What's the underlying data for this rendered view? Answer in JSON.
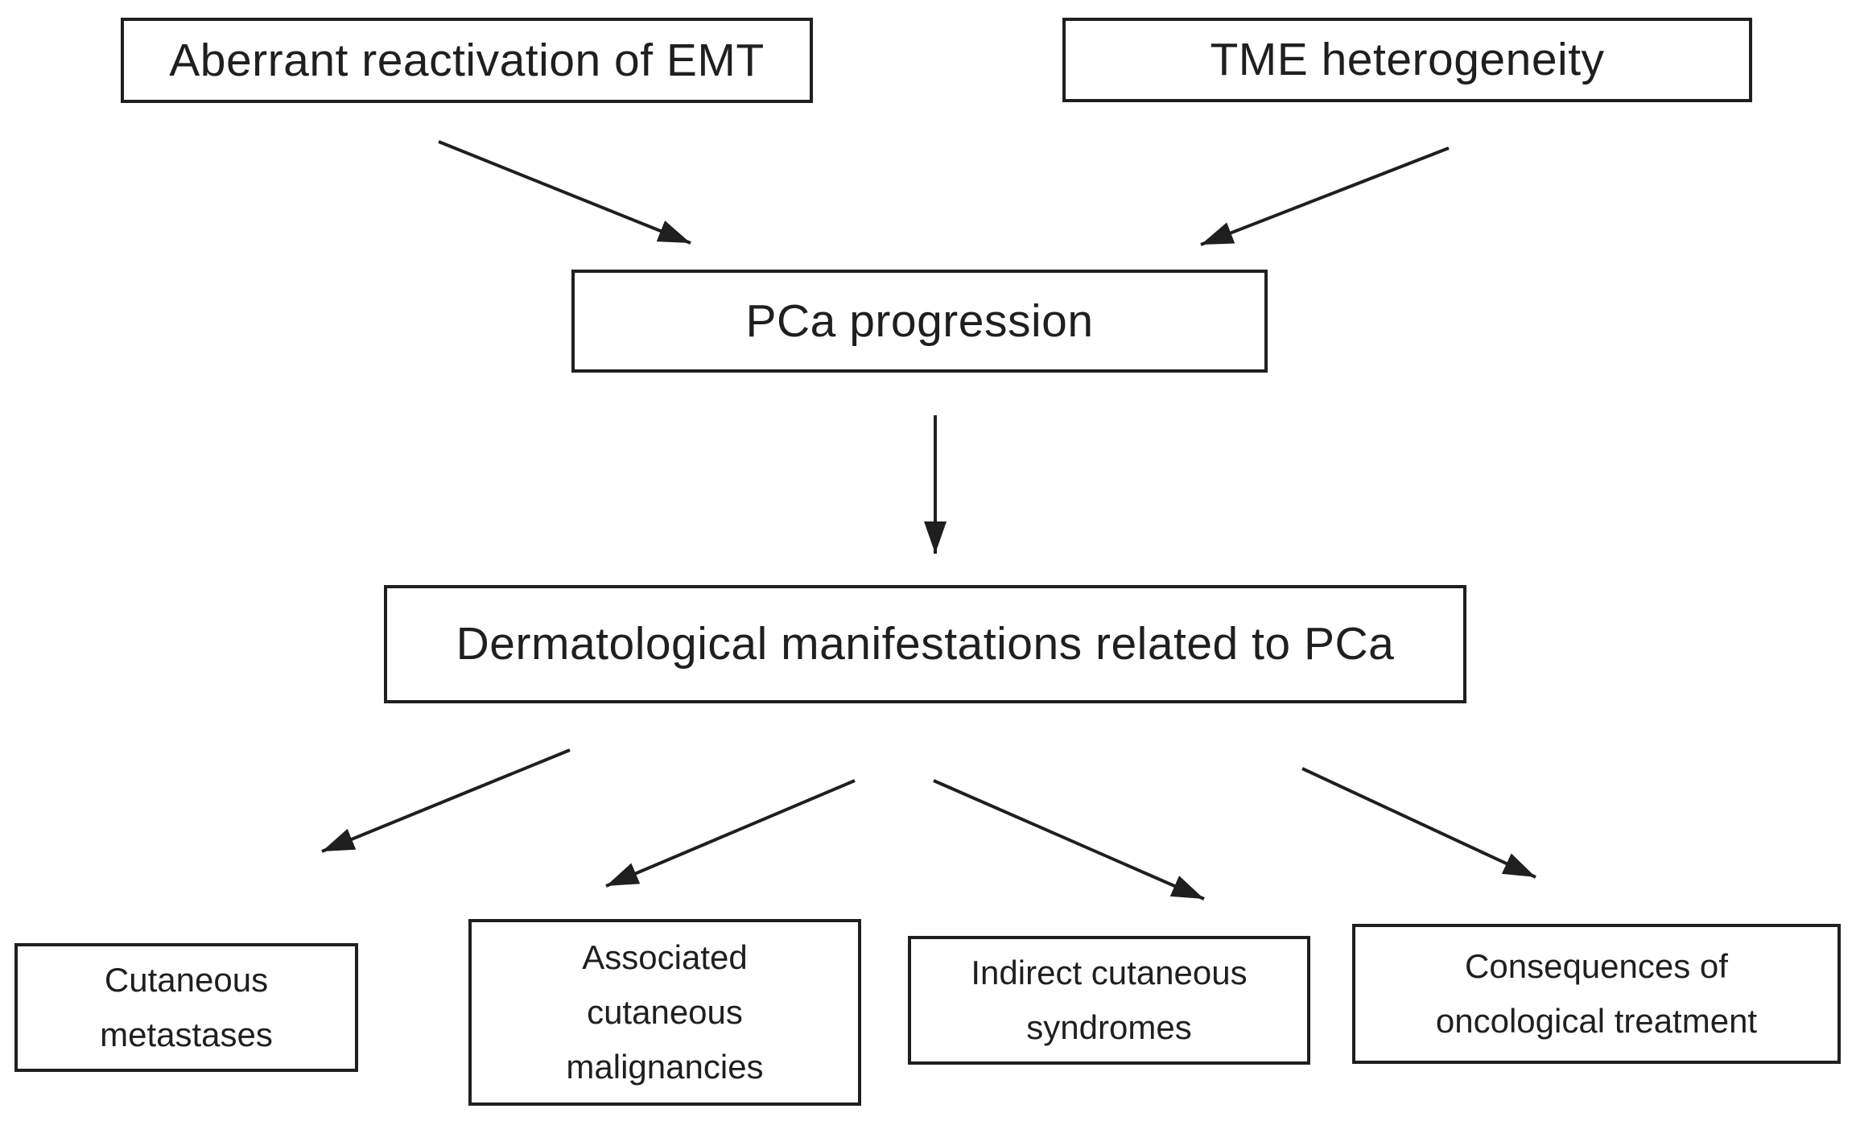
{
  "figure": {
    "background_color": "#ffffff",
    "line_color": "#1f1f1f",
    "nodes": {
      "emt": {
        "label": "Aberrant reactivation of EMT"
      },
      "tme": {
        "label": "TME heterogeneity"
      },
      "pca": {
        "label": "PCa progression"
      },
      "derm": {
        "label": "Dermatological manifestations related to PCa"
      },
      "cut_met": {
        "lines": [
          "Cutaneous",
          "metastases"
        ]
      },
      "assoc": {
        "lines": [
          "Associated",
          "cutaneous",
          "malignancies"
        ]
      },
      "indirect": {
        "lines": [
          "Indirect cutaneous",
          "syndromes"
        ]
      },
      "conseq": {
        "lines": [
          "Consequences of",
          "oncological treatment"
        ]
      }
    },
    "edges": [
      {
        "from": "Aberrant reactivation of EMT",
        "to": "PCa progression"
      },
      {
        "from": "TME heterogeneity",
        "to": "PCa progression"
      },
      {
        "from": "PCa progression",
        "to": "Dermatological manifestations related to PCa"
      },
      {
        "from": "Dermatological manifestations related to PCa",
        "to": "Cutaneous metastases"
      },
      {
        "from": "Dermatological manifestations related to PCa",
        "to": "Associated cutaneous malignancies"
      },
      {
        "from": "Dermatological manifestations related to PCa",
        "to": "Indirect cutaneous syndromes"
      },
      {
        "from": "Dermatological manifestations related to PCa",
        "to": "Consequences of oncological treatment"
      }
    ]
  }
}
